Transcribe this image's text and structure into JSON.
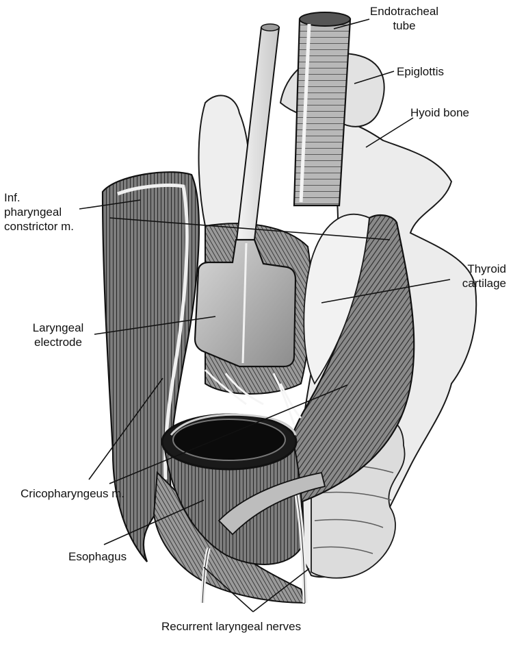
{
  "labels": {
    "endotracheal_tube": [
      "Endotracheal",
      "tube"
    ],
    "epiglottis": [
      "Epiglottis"
    ],
    "hyoid_bone": [
      "Hyoid bone"
    ],
    "inf_pharyngeal_constrictor": [
      "Inf.",
      "pharyngeal",
      "constrictor m."
    ],
    "thyroid_cartilage": [
      "Thyroid",
      "cartilage"
    ],
    "laryngeal_electrode": [
      "Laryngeal",
      "electrode"
    ],
    "cricopharyngeus": [
      "Cricopharyngeus m."
    ],
    "esophagus": [
      "Esophagus"
    ],
    "recurrent_laryngeal_nerves": [
      "Recurrent laryngeal nerves"
    ]
  },
  "colors": {
    "ink": "#111111",
    "stroke": "#1a1a1a",
    "tissue_light": "#e9e9e9",
    "tissue_mid": "#bdbdbd",
    "tissue_dark": "#4a4a4a",
    "cavity": "#0d0d0d"
  }
}
